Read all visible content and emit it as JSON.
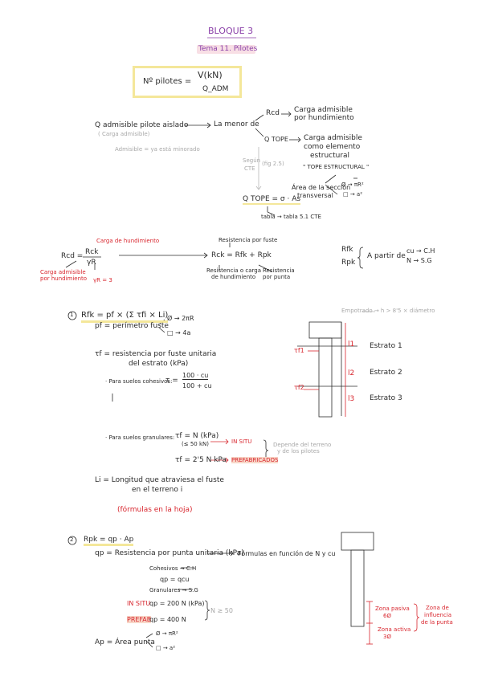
{
  "header": {
    "title": "BLOQUE 3",
    "subtitle": "Tema 11. Pilotes"
  },
  "formula_box": {
    "lhs": "Nº pilotes =",
    "numerator": "V(kN)",
    "denominator": "Q_ADM"
  },
  "tree": {
    "root": "Q admisible pilote aislado",
    "root_note": "( Carga admisible)",
    "gray_note": "Admisible = ya está minorado",
    "middle": "La menor de",
    "branch1_sym": "Rcd",
    "branch1_desc": [
      "Carga admisible",
      "por hundimiento"
    ],
    "branch2_sym": "Q TOPE",
    "branch2_desc": [
      "Carga admisible",
      "como elemento",
      "estructural"
    ],
    "branch2_quote": "\" TOPE ESTRUCTURAL \"",
    "segun": [
      "Según",
      "CTE"
    ],
    "fig": "(fig 2.5)",
    "qtope_formula": "Q TOPE = σ · As",
    "area_label": [
      "Área de la sección",
      "transversal"
    ],
    "circ": "Ø → πR²",
    "square": "□ → a²",
    "tabla": "tabla → tabla 5.1 CTE"
  },
  "rcd": {
    "carga_top": "Carga de hundimiento",
    "lhs": "Rcd =",
    "num": "Rck",
    "den": "γR",
    "left_note": [
      "Carga admisible",
      "por hundimiento"
    ],
    "gamma": "γR = 3",
    "fuste_top": "Resistencia por fuste",
    "eq": "Rck = Rfk + Rpk",
    "under_rck": [
      "Resistencia o carga",
      "de hundimiento"
    ],
    "under_rpk": [
      "Resistencia",
      "por punta"
    ],
    "rfk": "Rfk",
    "rpk": "Rpk",
    "apartir": "A partir de",
    "cu": "cu → C.H",
    "n": "N → S.G"
  },
  "s1": {
    "num": "1",
    "eq": "Rfk = pf × (Σ τfi × Li)",
    "pf": "pf = perímetro fuste",
    "circ": "Ø → 2πR",
    "sq": "□ → 4a",
    "tau": "τf = resistencia por fuste unitaria",
    "tau2": "del estrato (kPa)",
    "coh_label": "· Para suelos cohesivos:",
    "coh_eq": "τ =",
    "coh_num": "100 · cu",
    "coh_den": "100 + cu",
    "gran_label": "· Para suelos granulares:",
    "gran_eq": "τf = N (kPa)",
    "gran_cond": "(≤ 50 kN)",
    "insitu": "IN SITU",
    "gran_eq2": "τf = 2'5 N kPa",
    "prefab": "PREFABRICADOS",
    "despend": [
      "Depende del terreno",
      "y de los pilotes"
    ],
    "li": "Li = Longitud que atraviesa el fuste",
    "li2": "en el terreno i",
    "hoja": "(fórmulas en la hoja)",
    "emp": "Empotrado → h > 8'5 × diámetro",
    "e1": "Estrato 1",
    "e2": "Estrato 2",
    "e3": "Estrato 3",
    "l1": "l1",
    "l2": "l2",
    "l3": "l3",
    "tf1": "τf1",
    "tf2": "τf2"
  },
  "s2": {
    "num": "2",
    "eq": "Rpk = qp · Ap",
    "qp": "qp = Resistencia por punta unitaria (kPa)",
    "qp_arrow": "Fórmulas en función de N y cu",
    "coh": "Cohesivos → C.H",
    "qp_eq": "qp = qcu",
    "gran": "Granulares → S.G",
    "insitu": "IN SITU",
    "insitu_eq": "qp = 200 N (kPa)",
    "prefab": "PREFAB",
    "prefab_eq": "qp = 400 N",
    "ncond": "N ≥ 50",
    "ap": "Ap = Área punta",
    "circ": "Ø → πR²",
    "sq": "□ → a²",
    "zona_pas": [
      "Zona pasiva",
      "6Ø"
    ],
    "zona_act": [
      "Zona activa",
      "3Ø"
    ],
    "zona_inf": [
      "Zona de",
      "influencia",
      "de la punta"
    ]
  }
}
